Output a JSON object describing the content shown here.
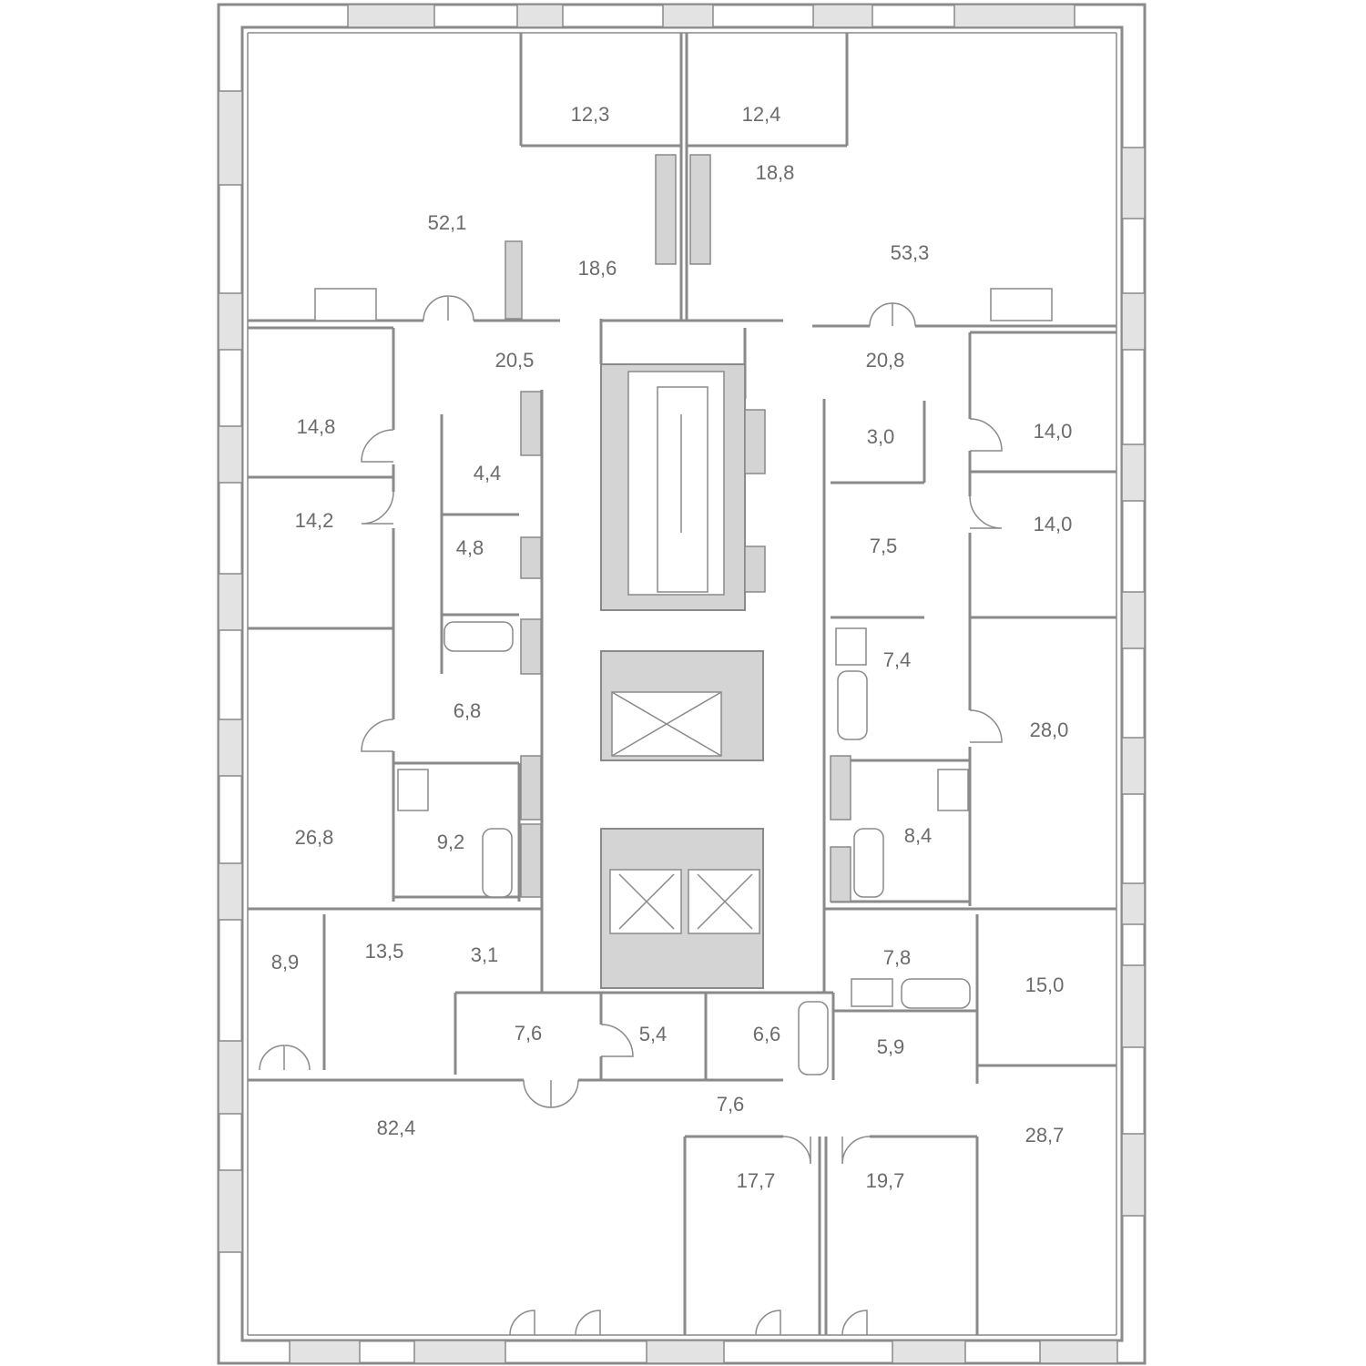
{
  "floor_plan": {
    "rooms": [
      {
        "id": "r1",
        "area": "52,1"
      },
      {
        "id": "r2",
        "area": "12,3"
      },
      {
        "id": "r3",
        "area": "12,4"
      },
      {
        "id": "r4",
        "area": "18,8"
      },
      {
        "id": "r5",
        "area": "53,3"
      },
      {
        "id": "r6",
        "area": "18,6"
      },
      {
        "id": "r7",
        "area": "20,5"
      },
      {
        "id": "r8",
        "area": "20,8"
      },
      {
        "id": "r9",
        "area": "14,8"
      },
      {
        "id": "r10",
        "area": "4,4"
      },
      {
        "id": "r11",
        "area": "3,0"
      },
      {
        "id": "r12",
        "area": "14,0"
      },
      {
        "id": "r13",
        "area": "14,2"
      },
      {
        "id": "r14",
        "area": "4,8"
      },
      {
        "id": "r15",
        "area": "7,5"
      },
      {
        "id": "r16",
        "area": "14,0"
      },
      {
        "id": "r17",
        "area": "7,4"
      },
      {
        "id": "r18",
        "area": "6,8"
      },
      {
        "id": "r19",
        "area": "28,0"
      },
      {
        "id": "r20",
        "area": "26,8"
      },
      {
        "id": "r21",
        "area": "9,2"
      },
      {
        "id": "r22",
        "area": "8,4"
      },
      {
        "id": "r23",
        "area": "8,9"
      },
      {
        "id": "r24",
        "area": "13,5"
      },
      {
        "id": "r25",
        "area": "3,1"
      },
      {
        "id": "r26",
        "area": "7,8"
      },
      {
        "id": "r27",
        "area": "15,0"
      },
      {
        "id": "r28",
        "area": "7,6"
      },
      {
        "id": "r29",
        "area": "5,4"
      },
      {
        "id": "r30",
        "area": "6,6"
      },
      {
        "id": "r31",
        "area": "5,9"
      },
      {
        "id": "r32",
        "area": "7,6"
      },
      {
        "id": "r33",
        "area": "82,4"
      },
      {
        "id": "r34",
        "area": "28,7"
      },
      {
        "id": "r35",
        "area": "17,7"
      },
      {
        "id": "r36",
        "area": "19,7"
      }
    ]
  }
}
